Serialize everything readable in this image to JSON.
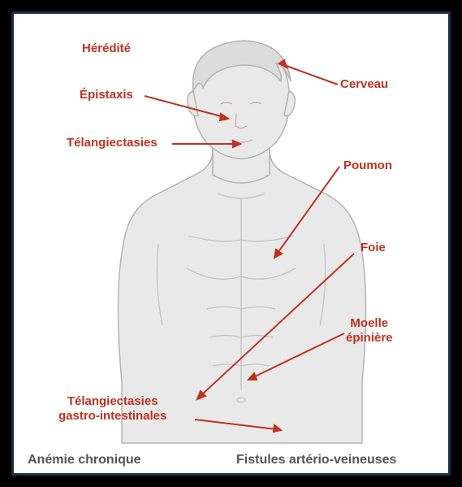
{
  "diagram": {
    "labels": {
      "heredite": "Hérédité",
      "epistaxis": "Épistaxis",
      "telangiectasies": "Télangiectasies",
      "cerveau": "Cerveau",
      "poumon": "Poumon",
      "foie": "Foie",
      "moelle_line1": "Moelle",
      "moelle_line2": "épinière",
      "ti_line1": "Télangiectasies",
      "ti_line2": "gastro-intestinales"
    },
    "captions": {
      "anemie": "Anémie chronique",
      "fistules": "Fistules artério-veineuses"
    },
    "colors": {
      "label": "#c0311f",
      "body_fill": "#e9e9e9",
      "body_stroke": "#b3b3b3",
      "frame": "#1a2f4a"
    }
  }
}
